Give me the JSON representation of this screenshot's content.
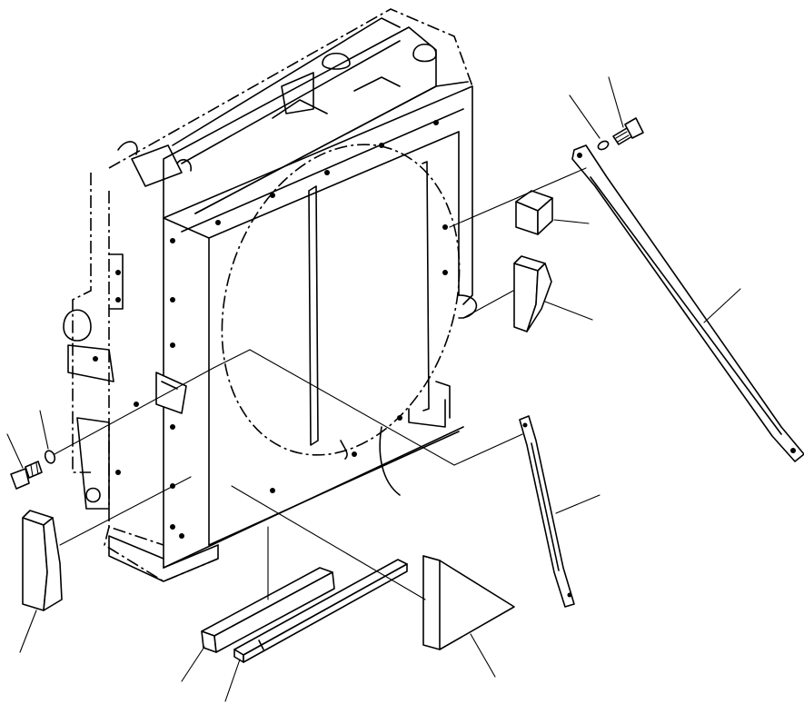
{
  "diagram": {
    "type": "exploded-parts-drawing",
    "subject": "radiator-assembly",
    "parts": [
      {
        "name": "radiator-core-frame"
      },
      {
        "name": "fan-shroud-ring"
      },
      {
        "name": "mounting-bolt-right"
      },
      {
        "name": "lock-washer-right"
      },
      {
        "name": "stay-rod-long"
      },
      {
        "name": "stay-rod-short"
      },
      {
        "name": "rubber-block-square"
      },
      {
        "name": "rubber-block-wedge-right"
      },
      {
        "name": "rubber-block-wedge-left"
      },
      {
        "name": "mounting-bolt-left"
      },
      {
        "name": "lock-washer-left"
      },
      {
        "name": "seal-strip-bar"
      },
      {
        "name": "seal-strip-thin"
      },
      {
        "name": "seal-plate-triangle"
      }
    ],
    "leader_count": 14,
    "callout_labels": []
  }
}
